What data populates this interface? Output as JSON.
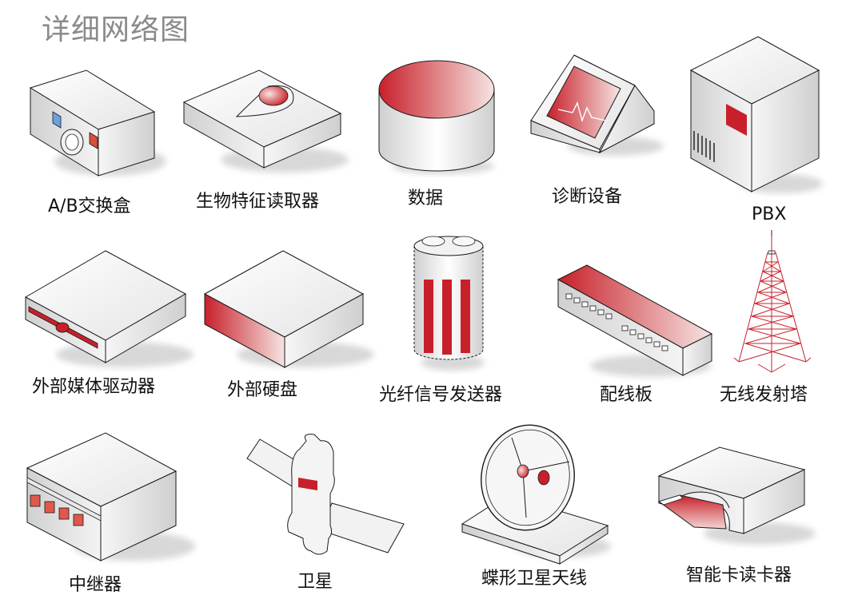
{
  "title": "详细网络图",
  "items": [
    {
      "label": "A/B交换盒"
    },
    {
      "label": "生物特征读取器"
    },
    {
      "label": "数据"
    },
    {
      "label": "诊断设备"
    },
    {
      "label": "PBX"
    },
    {
      "label": "外部媒体驱动器"
    },
    {
      "label": "外部硬盘"
    },
    {
      "label": "光纤信号发送器"
    },
    {
      "label": "配线板"
    },
    {
      "label": "无线发射塔"
    },
    {
      "label": "中继器"
    },
    {
      "label": "卫星"
    },
    {
      "label": "蝶形卫星天线"
    },
    {
      "label": "智能卡读卡器"
    }
  ],
  "colors": {
    "accent": "#c8202a",
    "outline": "#1a1a1a",
    "shadow": "#d8d8d8"
  }
}
